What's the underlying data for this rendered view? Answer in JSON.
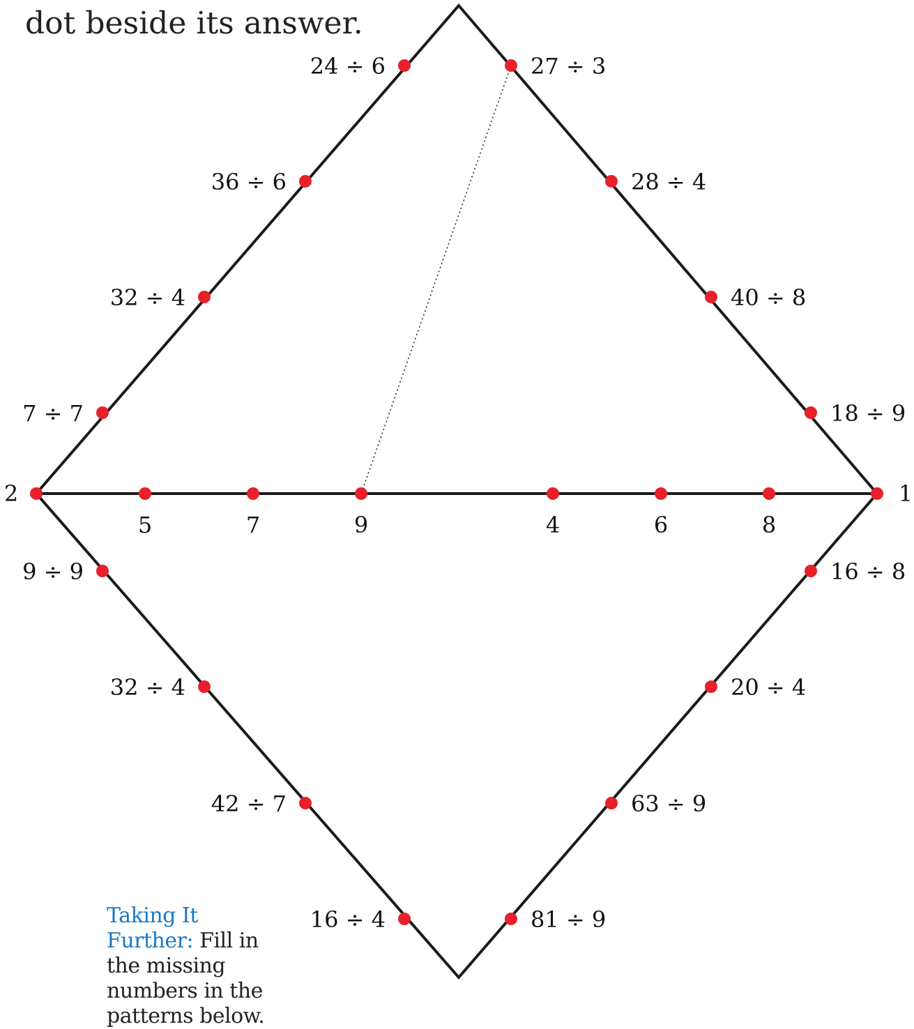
{
  "instruction": {
    "text": "dot beside its answer."
  },
  "taking_further": {
    "lead": "Taking It Further:",
    "text": " Fill in the missing numbers in the patterns below."
  },
  "colors": {
    "dot": "#e8202a",
    "line": "#1a1a1a",
    "accent": "#1a78c2",
    "text": "#222222"
  },
  "corner_labels": {
    "left": "2",
    "right": "1"
  },
  "middle_labels": [
    "5",
    "7",
    "9",
    "4",
    "6",
    "8"
  ],
  "left_upper_problems": [
    "24 ÷ 6",
    "36 ÷ 6",
    "32 ÷ 4",
    "7 ÷ 7"
  ],
  "right_upper_problems": [
    "27 ÷ 3",
    "28 ÷ 4",
    "40 ÷ 8",
    "18 ÷ 9"
  ],
  "left_lower_problems": [
    "9 ÷ 9",
    "32 ÷ 4",
    "42 ÷ 7",
    "16 ÷ 4"
  ],
  "right_lower_problems": [
    "16 ÷ 8",
    "20 ÷ 4",
    "63 ÷ 9",
    "81 ÷ 9"
  ]
}
